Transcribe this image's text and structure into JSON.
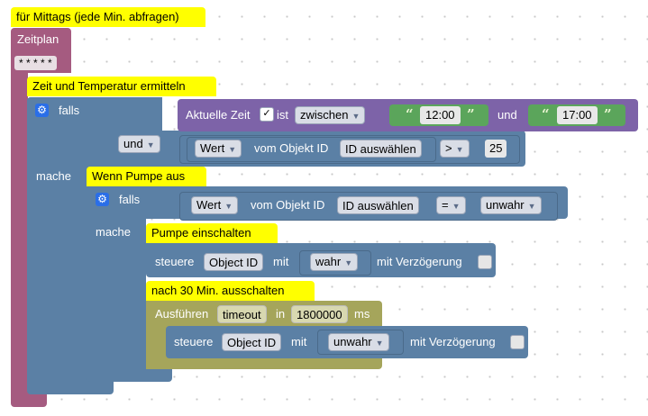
{
  "comments": {
    "c1": "für Mittags (jede Min. abfragen)",
    "c2": "Zeit und Temperatur ermitteln",
    "c3": "Wenn Pumpe aus",
    "c4": "Pumpe einschalten",
    "c5": "nach 30 Min. ausschalten"
  },
  "schedule": {
    "label": "Zeitplan",
    "cron": "* * * * *"
  },
  "if1": {
    "falls": "falls",
    "mache": "mache",
    "time": {
      "label": "Aktuelle Zeit",
      "ist": "ist",
      "op": "zwischen",
      "from": "12:00",
      "und": "und",
      "to": "17:00"
    },
    "and": {
      "op": "und",
      "wert": "Wert",
      "vom": "vom Objekt ID",
      "id": "ID auswählen",
      "cmp": ">",
      "value": "25"
    }
  },
  "if2": {
    "falls": "falls",
    "mache": "mache",
    "cond": {
      "wert": "Wert",
      "vom": "vom Objekt ID",
      "id": "ID auswählen",
      "cmp": "=",
      "value": "unwahr"
    }
  },
  "control1": {
    "steuere": "steuere",
    "id": "Object ID",
    "mit": "mit",
    "value": "wahr",
    "delay": "mit Verzögerung"
  },
  "timeout": {
    "label": "Ausführen",
    "name": "timeout",
    "in": "in",
    "ms_value": "1800000",
    "unit": "ms"
  },
  "control2": {
    "steuere": "steuere",
    "id": "Object ID",
    "mit": "mit",
    "value": "unwahr",
    "delay": "mit Verzögerung"
  },
  "colors": {
    "schedule": "#a55b80",
    "logic": "#5b80a5",
    "sensor": "#7d63a8",
    "timeout": "#a5a55b",
    "comment": "#ffff00",
    "text": "#5ba55b"
  }
}
